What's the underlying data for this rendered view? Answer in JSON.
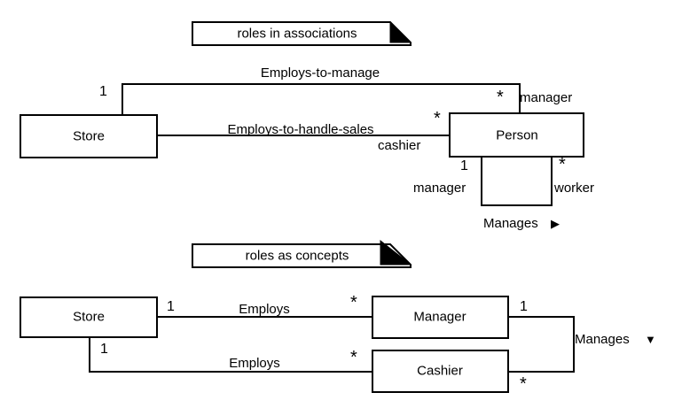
{
  "diagram": {
    "title_note_top": "roles in associations",
    "title_note_bottom": "roles as concepts",
    "sections": {
      "top": {
        "classes": {
          "store": "Store",
          "person": "Person"
        },
        "associations": {
          "employs_to_manage": "Employs-to-manage",
          "employs_to_handle_sales": "Employs-to-handle-sales",
          "manages": "Manages"
        },
        "multiplicities": {
          "store_manage": "1",
          "person_manager": "*",
          "person_cashier": "*",
          "manages_source": "1",
          "manages_target": "*"
        },
        "roles": {
          "manager": "manager",
          "cashier": "cashier",
          "manages_manager": "manager",
          "manages_worker": "worker"
        },
        "navigation_arrow": "▶"
      },
      "bottom": {
        "classes": {
          "store": "Store",
          "manager": "Manager",
          "cashier": "Cashier"
        },
        "associations": {
          "employs_manager": "Employs",
          "employs_cashier": "Employs",
          "manages": "Manages"
        },
        "multiplicities": {
          "store_manager": "1",
          "store_cashier": "1",
          "manager_end": "*",
          "cashier_end": "*",
          "manages_source": "1",
          "manages_target": "*"
        },
        "navigation_arrow": "▼"
      }
    },
    "colors": {
      "stroke": "#000000",
      "fill": "#ffffff",
      "note_fold": "#000000"
    }
  }
}
